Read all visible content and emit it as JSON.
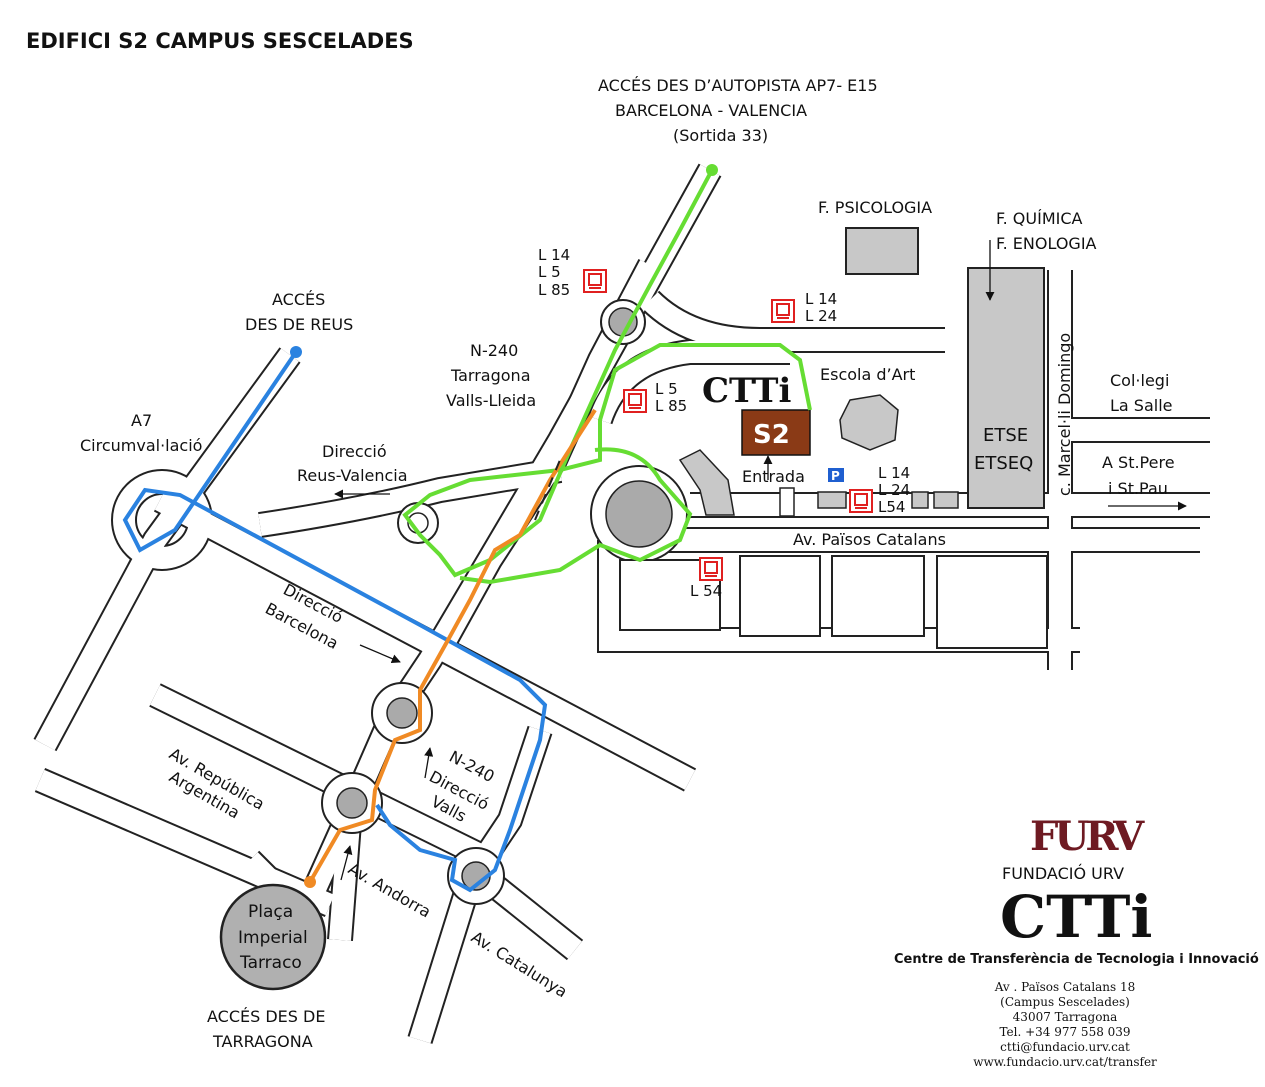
{
  "title": "EDIFICI S2 CAMPUS SESCELADES",
  "labels": {
    "autopista_1": "ACCÉS DES D’AUTOPISTA  AP7- E15",
    "autopista_2": "BARCELONA - VALENCIA",
    "autopista_3": "(Sortida 33)",
    "psicologia": "F. PSICOLOGIA",
    "quimica": "F. QUÍMICA",
    "enologia": "F. ENOLOGIA",
    "reus_1": "ACCÉS",
    "reus_2": "DES DE REUS",
    "a7_1": "A7",
    "a7_2": "Circumval·lació",
    "n240_1": "N-240",
    "n240_2": "Tarragona",
    "n240_3": "Valls-Lleida",
    "dir_reus_1": "Direcció",
    "dir_reus_2": "Reus-Valencia",
    "dir_bcn_1": "Direcció",
    "dir_bcn_2": "Barcelona",
    "ctti_small": "CTTi",
    "s2": "S2",
    "entrada": "Entrada",
    "escola_art": "Escola d’Art",
    "etse_1": "ETSE",
    "etse_2": "ETSEQ",
    "marcel": "c. Marcel·li Domingo",
    "collegi_1": "Col·legi",
    "collegi_2": "La Salle",
    "stpere_1": "A St.Pere",
    "stpere_2": "i St.Pau",
    "paisos": "Av. Països Catalans",
    "republica_1": "Av. República",
    "republica_2": "Argentina",
    "n240v_1": "N-240",
    "n240v_2": "Direcció",
    "n240v_3": "Valls",
    "andorra": "Av. Andorra",
    "catalunya": "Av. Catalunya",
    "placa_1": "Plaça",
    "placa_2": "Imperial",
    "placa_3": "Tarraco",
    "tgn_1": "ACCÉS DES DE",
    "tgn_2": "TARRAGONA",
    "parking": "P"
  },
  "bus_stops": {
    "top_1": "L 14",
    "top_2": "L 5",
    "top_3": "L 85",
    "mid_1": "L 14",
    "mid_2": "L 24",
    "ctti_1": "L 5",
    "ctti_2": "L 85",
    "entr_1": "L 14",
    "entr_2": "L 24",
    "entr_3": "L54",
    "paisos_1": "L 54"
  },
  "logo": {
    "mark": "FURV",
    "fundacio": "FUNDACIÓ URV",
    "ctti": "CTTi",
    "subtitle": "Centre de Transferència de Tecnologia i Innovació"
  },
  "contact": {
    "line1": "Av . Països Catalans 18",
    "line2": "(Campus Sescelades)",
    "line3": "43007 Tarragona",
    "line4": "Tel. +34 977 558 039",
    "line5": "ctti@fundacio.urv.cat",
    "line6": "www.fundacio.urv.cat/transfer"
  },
  "colors": {
    "green_route": "#66dd33",
    "blue_route": "#2a82e0",
    "orange_route": "#f08a24",
    "building_gray": "#c8c8c8",
    "s2_brown": "#8a3a16",
    "bus_red": "#e02020",
    "parking_blue": "#1f5fd0",
    "logo_maroon": "#6e1a22"
  },
  "icons": [
    "bus-stop-icon",
    "parking-icon",
    "route-end-dot-icon",
    "arrow-icon"
  ]
}
